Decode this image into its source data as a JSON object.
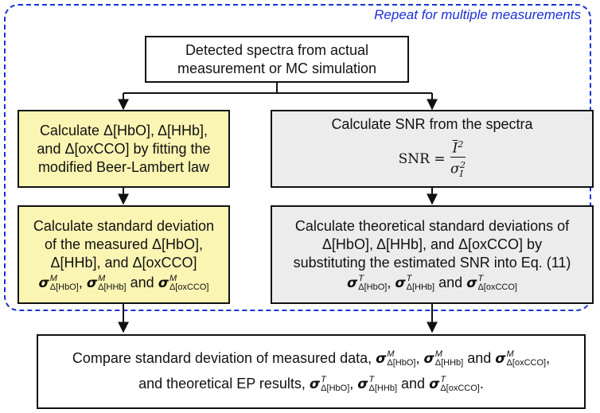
{
  "repeat_label": "Repeat for multiple measurements",
  "top_box": {
    "line1": "Detected spectra from actual",
    "line2": "measurement or MC simulation"
  },
  "left_top": {
    "line1": "Calculate Δ[HbO], Δ[HHb],",
    "line2": "and Δ[oxCCO] by fitting the",
    "line3": "modified Beer-Lambert law"
  },
  "right_top": {
    "line1": "Calculate SNR from the spectra",
    "snr_lhs": "SNR =",
    "num_base": "I",
    "num_sup": "2",
    "den_base": "σ",
    "den_sub": "I",
    "den_sup": "2"
  },
  "left_bottom": {
    "line1": "Calculate standard deviation",
    "line2": "of the measured Δ[HbO],",
    "line3": "Δ[HHb], and Δ[oxCCO]",
    "sym": "σ",
    "sup": "M",
    "sub1": "Δ[HbO]",
    "sub2": "Δ[HHb]",
    "sub3": "Δ[oxCCO]",
    "comma": ",",
    "and": "and"
  },
  "right_bottom": {
    "line1": "Calculate theoretical standard deviations of",
    "line2": "Δ[HbO], Δ[HHb], and Δ[oxCCO] by",
    "line3": "substituting the estimated SNR into Eq. (11)",
    "sym": "σ",
    "sup": "T",
    "sub1": "Δ[HbO]",
    "sub2": "Δ[HHb]",
    "sub3": "Δ[oxCCO]",
    "comma": ",",
    "and": "and"
  },
  "bottom_box": {
    "line1_text": "Compare standard deviation of measured data,",
    "line2_text": "and theoretical EP results,",
    "sym": "σ",
    "sup_m": "M",
    "sup_t": "T",
    "sub1": "Δ[HbO]",
    "sub2": "Δ[HHb]",
    "sub3": "Δ[oxCCO]",
    "comma": ",",
    "and": "and",
    "end": "."
  }
}
